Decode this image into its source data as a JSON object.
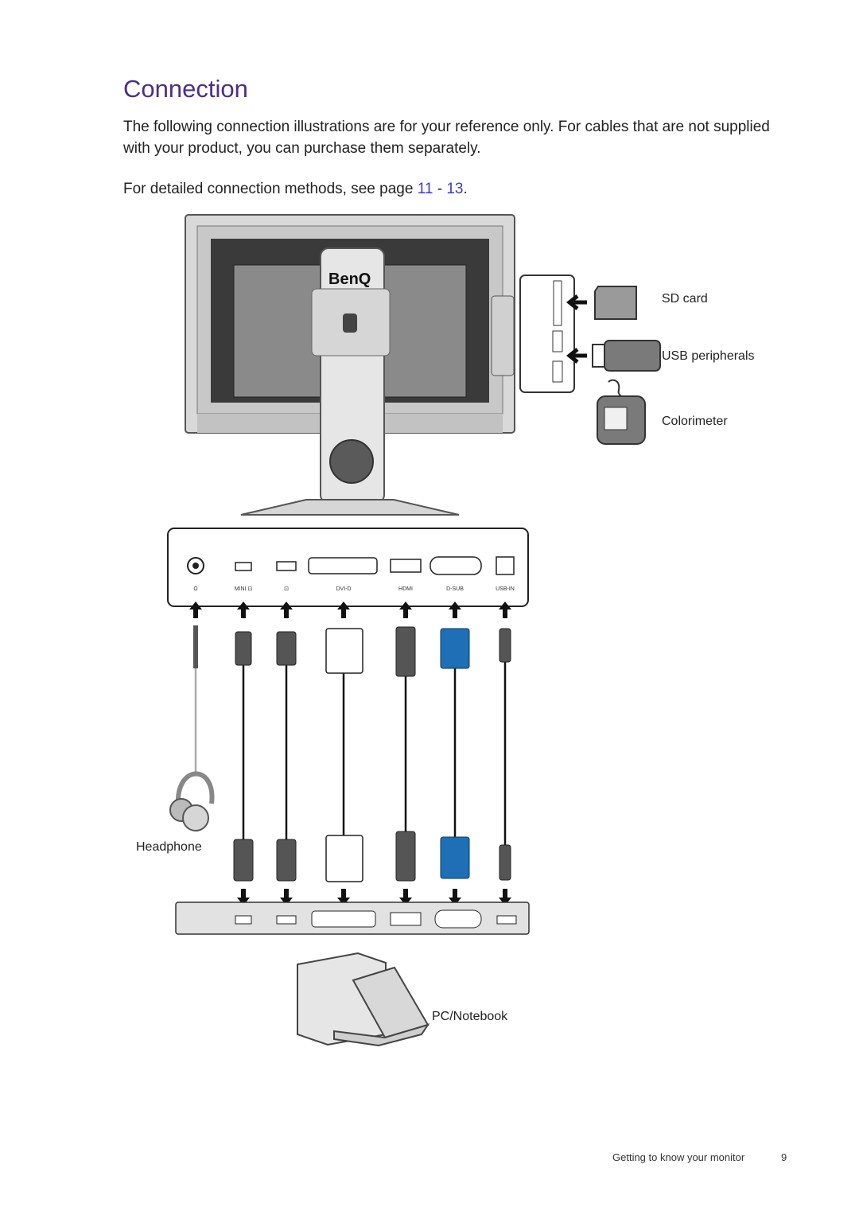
{
  "page": {
    "title": "Connection",
    "intro": "The following connection illustrations are for your reference only. For cables that are not supplied with your product, you can purchase them separately.",
    "methods_prefix": "For detailed connection methods, see page ",
    "methods_page_from": "11",
    "methods_sep": " - ",
    "methods_page_to": "13",
    "methods_suffix": "."
  },
  "figure": {
    "brand": "BenQ",
    "side_labels": {
      "sd_card": "SD card",
      "usb_peripherals": "USB peripherals",
      "colorimeter": "Colorimeter"
    },
    "port_labels": [
      "Ω",
      "MINI ⊡",
      "⊡",
      "DVI-D",
      "HDMI",
      "D-SUB",
      "USB-IN"
    ],
    "headphone": "Headphone",
    "pc_notebook": "PC/Notebook"
  },
  "footer": {
    "section": "Getting to know your monitor",
    "page_number": "9"
  }
}
